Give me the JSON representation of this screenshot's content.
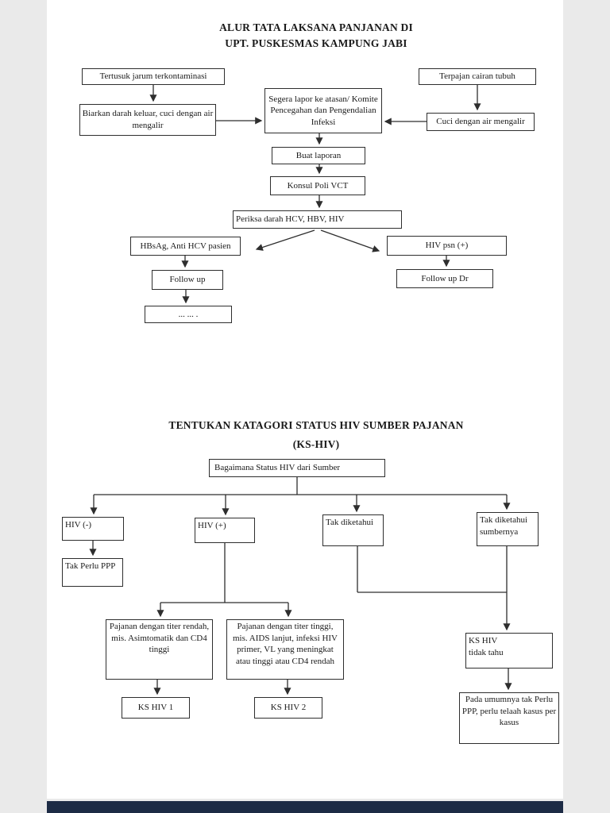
{
  "colors": {
    "viewer_bg": "#eaeaea",
    "page_bg": "#ffffff",
    "next_page_bar": "#1d2b45",
    "line": "#2e2e2e"
  },
  "fc1": {
    "title1": "ALUR TATA LAKSANA PANJANAN DI",
    "title2": "UPT. PUSKESMAS KAMPUNG JABI",
    "tertusuk": "Tertusuk jarum terkontaminasi",
    "biarkan": "Biarkan darah keluar, cuci dengan air mengalir",
    "segera": "Segera lapor ke atasan/ Komite Pencegahan dan Pengendalian Infeksi",
    "terpajan": "Terpajan cairan tubuh",
    "cuci": "Cuci dengan air mengalir",
    "buat": "Buat laporan",
    "konsul": "Konsul Poli VCT",
    "periksa": "Periksa darah HCV, HBV, HIV",
    "hbsag": "HBsAg, Anti HCV pasien",
    "follow_up": "Follow up",
    "dots": "... ... .",
    "hiv_psn": "HIV psn (+)",
    "follow_up_dr": "Follow up Dr"
  },
  "fc2": {
    "title1": "TENTUKAN KATAGORI STATUS HIV SUMBER PAJANAN",
    "title2": "(KS-HIV)",
    "bagaimana": "Bagaimana Status HIV dari Sumber",
    "hiv_neg": "HIV (-)",
    "hiv_pos": "HIV (+)",
    "tak_diketahui": "Tak diketahui",
    "tak_diketahui_sumbernya": "Tak diketahui\nsumbernya",
    "tak_perlu_ppp": "Tak Perlu PPP",
    "pajanan_rendah": "Pajanan dengan titer rendah, mis. Asimtomatik dan CD4 tinggi",
    "pajanan_tinggi": "Pajanan dengan titer tinggi, mis. AIDS lanjut, infeksi HIV primer, VL yang meningkat atau tinggi atau CD4 rendah",
    "ks_hiv_1": "KS HIV 1",
    "ks_hiv_2": "KS HIV 2",
    "ks_hiv_tidak_tahu": "KS HIV\ntidak tahu",
    "pada_umumnya": "Pada umumnya tak Perlu PPP, perlu telaah kasus per kasus"
  }
}
